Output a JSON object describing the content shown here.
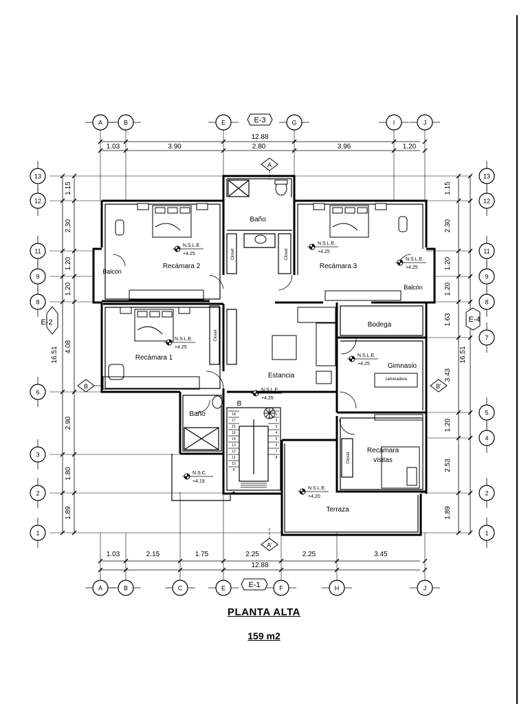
{
  "title": "PLANTA ALTA",
  "area": "159 m2",
  "axes_top": [
    "A",
    "B",
    "E",
    "G",
    "I",
    "J"
  ],
  "axes_bottom": [
    "A",
    "B",
    "C",
    "E",
    "F",
    "H",
    "J"
  ],
  "axes_left": [
    "13",
    "12",
    "11",
    "9",
    "8",
    "6",
    "3",
    "2",
    "1"
  ],
  "axes_right": [
    "13",
    "12",
    "11",
    "9",
    "8",
    "7",
    "5",
    "4",
    "2",
    "1"
  ],
  "dims_top": [
    "1.03",
    "3.90",
    "2.80",
    "3.96",
    "1.20"
  ],
  "dims_bottom": [
    "1.03",
    "2.15",
    "1.75",
    "2.25",
    "2.25",
    "3.45"
  ],
  "total_width": "12.88",
  "total_width_bottom": "12.88",
  "dims_left": [
    "1.15",
    "2.30",
    "1.20",
    "1.20",
    "4.08",
    "2.90",
    "1.80",
    "1.89"
  ],
  "dims_right": [
    "1.15",
    "2.30",
    "1.20",
    "1.20",
    "1.63",
    "3.43",
    "1.20",
    "2.53",
    "1.89"
  ],
  "total_height_left": "16.51",
  "total_height_right": "16.51",
  "elevations": {
    "e1": "E-1",
    "e2": "E-2",
    "e3": "E-3",
    "e4": "E-4"
  },
  "sections": {
    "a_top": "A",
    "a_bottom": "A'",
    "b_left": "B",
    "b_right": "B'",
    "b_mid": "B"
  },
  "rooms": {
    "bano_top": "Baño",
    "recamara2": "Recámara 2",
    "recamara3": "Recámara 3",
    "balcon_left": "Balcón",
    "balcon_right": "Balcón",
    "recamara1": "Recámara 1",
    "bodega": "Bodega",
    "gimnasio": "Gimnasio",
    "estancia": "Estancia",
    "bano_low": "Baño",
    "recamara_visitas_1": "Recámara",
    "recamara_visitas_2": "visitas",
    "terraza": "Terraza"
  },
  "levels": {
    "nsle": "N.S.L.E.",
    "nsc": "N.S.C.",
    "v425": "+4.25",
    "v420": "+4.20",
    "v419": "+4.19"
  },
  "closet": "Closet",
  "caminadora": "caminadora",
  "stairs_left": [
    "18",
    "17",
    "15",
    "16",
    "14",
    "13",
    "12",
    "11",
    "10",
    "9"
  ],
  "stairs_right": [
    "1",
    "2",
    "3",
    "4",
    "5",
    "6",
    "7",
    "8"
  ]
}
